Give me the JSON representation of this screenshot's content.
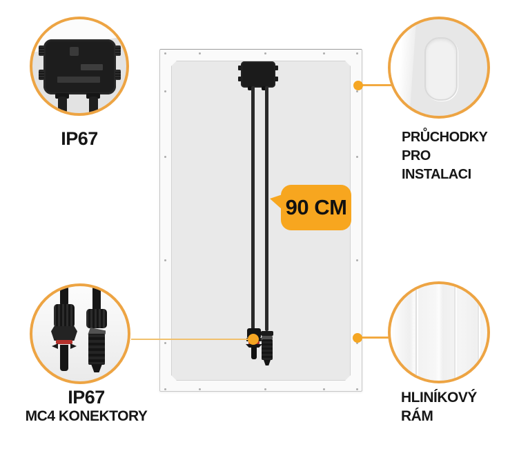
{
  "colors": {
    "accent_orange": "#F5A623",
    "bubble_orange": "#F7A61F",
    "ring_orange": "#EDA443",
    "leader_light_orange": "#F1C06C",
    "text": "#161616",
    "panel_inner_gray": "#E9E9E9",
    "connector_red_ring": "#B5312C"
  },
  "callout_bubble": {
    "cable_length": "90 CM"
  },
  "features": {
    "junction_box": {
      "label": "IP67",
      "icon": "junction-box-photo"
    },
    "grommets": {
      "line1": "PRŮCHODKY",
      "line2": "PRO",
      "line3": "INSTALACI",
      "icon": "mounting-grommet-photo"
    },
    "connectors": {
      "label": "IP67",
      "sublabel": "MC4 KONEKTORY",
      "icon": "mc4-connectors-photo"
    },
    "frame": {
      "line1": "HLINÍKOVÝ",
      "line2": "RÁM",
      "icon": "aluminium-frame-photo"
    }
  }
}
